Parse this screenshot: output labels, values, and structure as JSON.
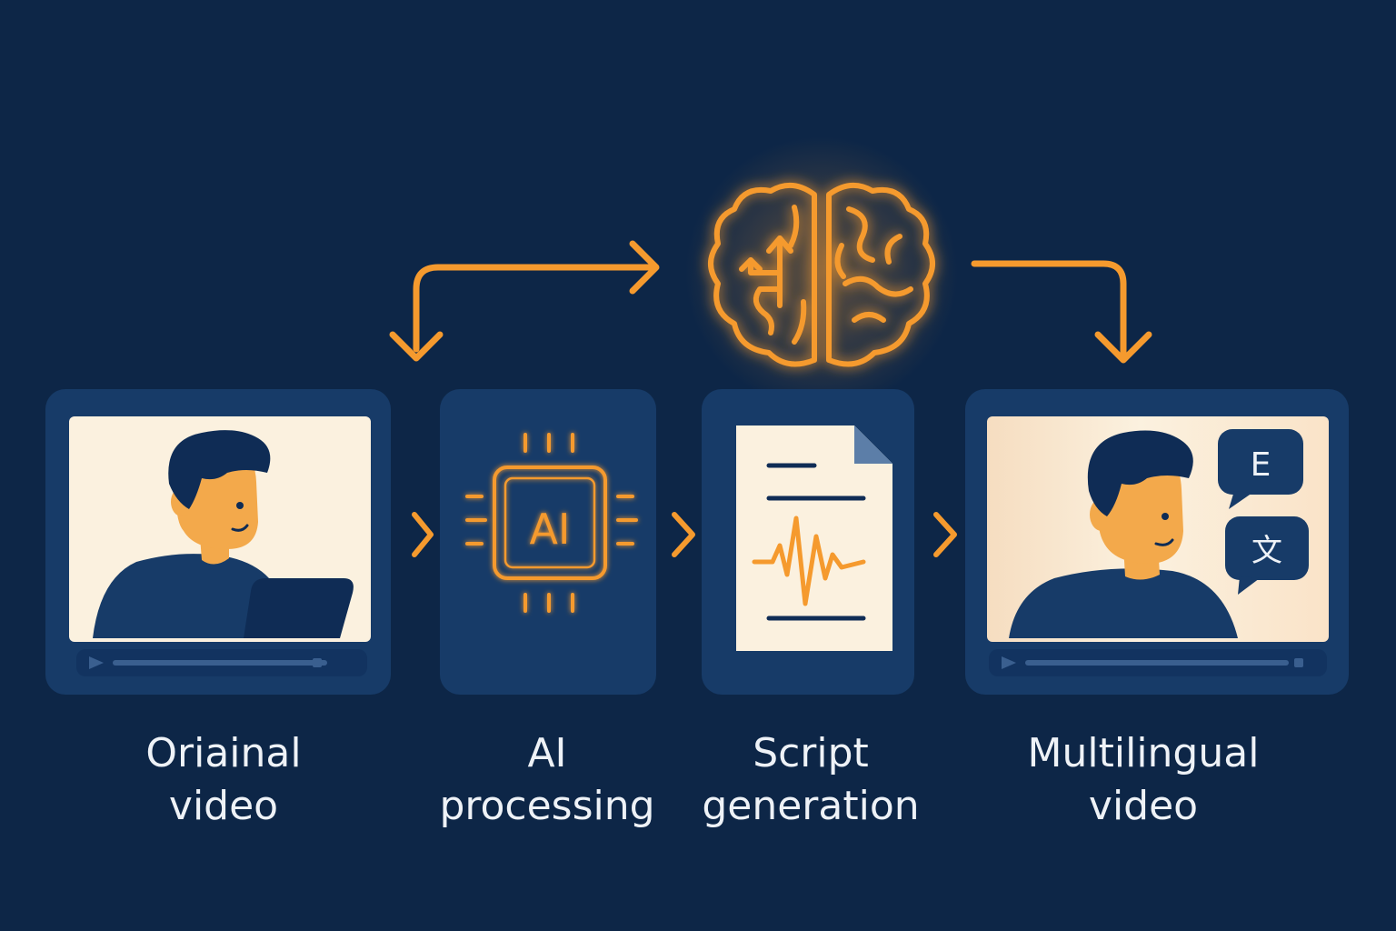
{
  "steps": [
    {
      "id": "original-video",
      "line1": "Oriainal",
      "line2": "video"
    },
    {
      "id": "ai-processing",
      "line1": "AI",
      "line2": "processing",
      "chip_text": "AI"
    },
    {
      "id": "script-generation",
      "line1": "Script",
      "line2": "generation"
    },
    {
      "id": "multilingual-video",
      "line1": "Multilingual",
      "line2": "video",
      "bubbles": [
        "E",
        "文"
      ]
    }
  ],
  "icons": [
    "person-laptop-icon",
    "ai-chip-icon",
    "script-document-icon",
    "brain-icon",
    "speech-bubble-icon",
    "chevron-right-icon",
    "flow-arrow-icon"
  ],
  "colors": {
    "background": "#0d2647",
    "panel": "#173b68",
    "accent": "#f59a2e",
    "screen": "#fbf1df",
    "skin": "#f3a94b",
    "hair": "#0f2c55",
    "text": "#eef2f7"
  }
}
